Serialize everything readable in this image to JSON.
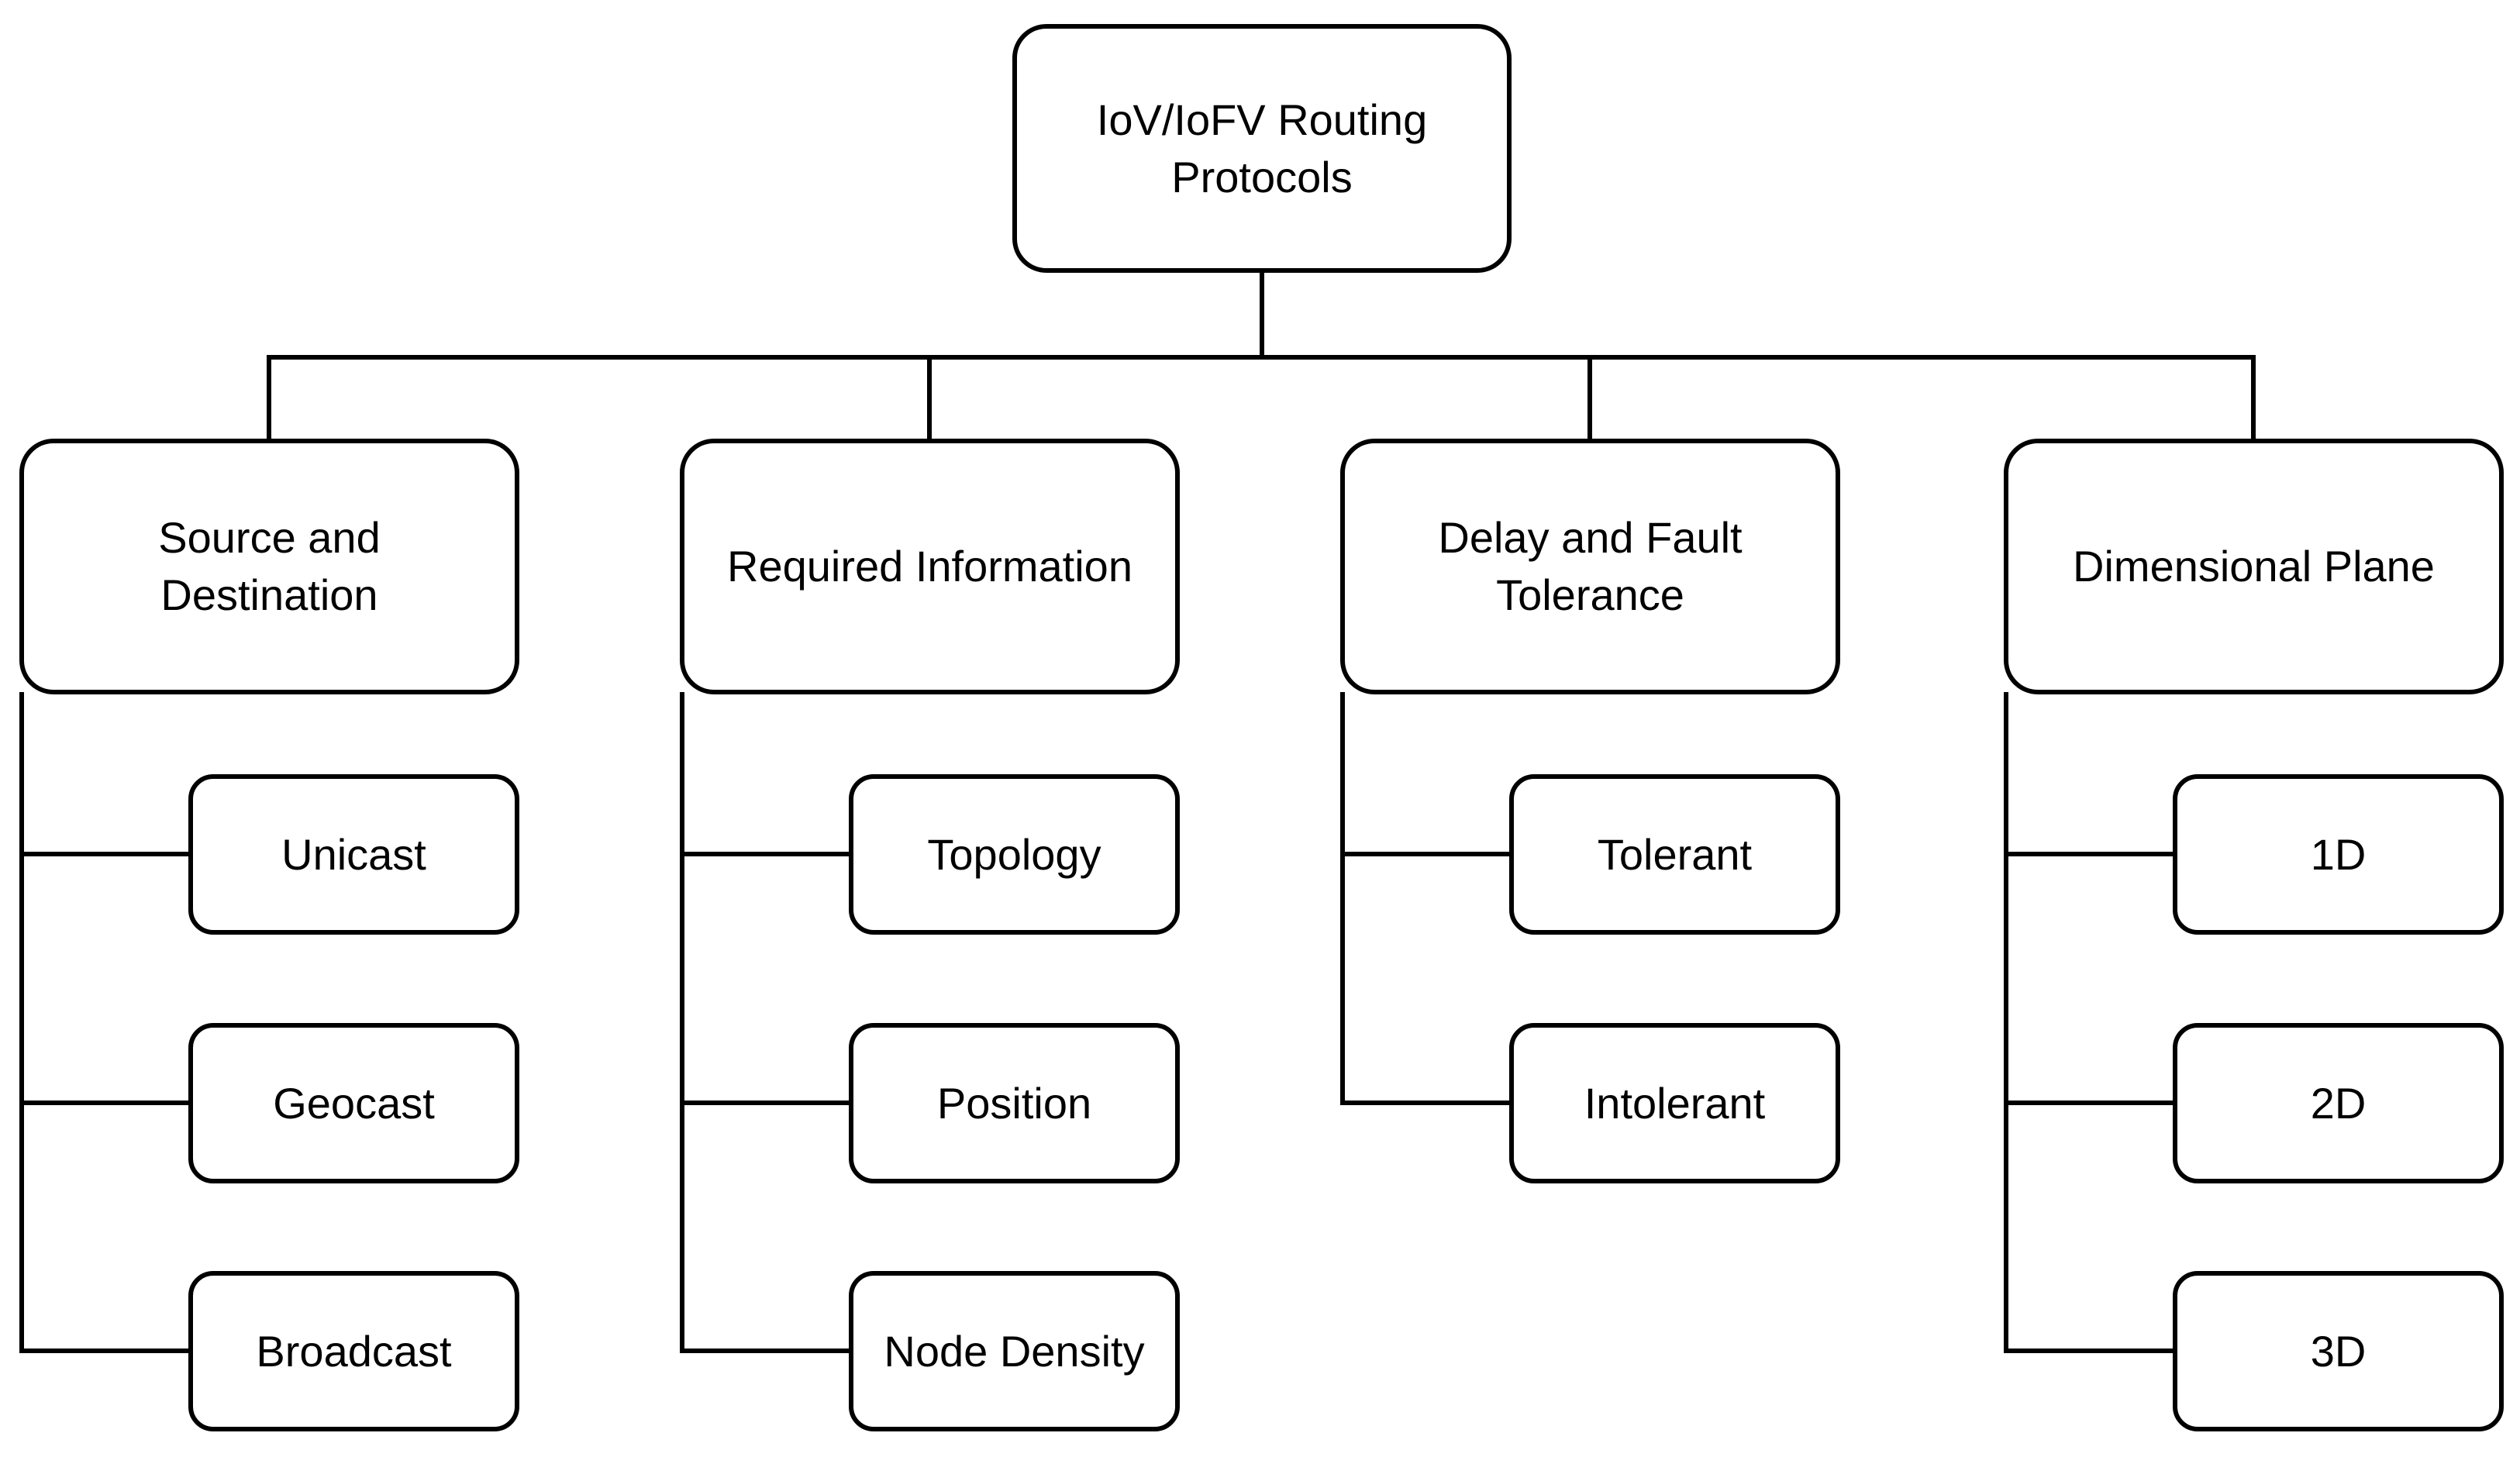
{
  "diagram": {
    "background_color": "#ffffff",
    "node_fill_color": "#ffffff",
    "stroke_color": "#000000",
    "text_color": "#000000",
    "root": {
      "label": "IoV/IoFV Routing Protocols"
    },
    "branches": [
      {
        "label": "Source and Destination",
        "children": [
          {
            "label": "Unicast"
          },
          {
            "label": "Geocast"
          },
          {
            "label": "Broadcast"
          }
        ]
      },
      {
        "label": "Required Information",
        "children": [
          {
            "label": "Topology"
          },
          {
            "label": "Position"
          },
          {
            "label": "Node Density"
          }
        ]
      },
      {
        "label": "Delay and Fault Tolerance",
        "children": [
          {
            "label": "Tolerant"
          },
          {
            "label": "Intolerant"
          }
        ]
      },
      {
        "label": "Dimensional Plane",
        "children": [
          {
            "label": "1D"
          },
          {
            "label": "2D"
          },
          {
            "label": "3D"
          }
        ]
      }
    ]
  }
}
